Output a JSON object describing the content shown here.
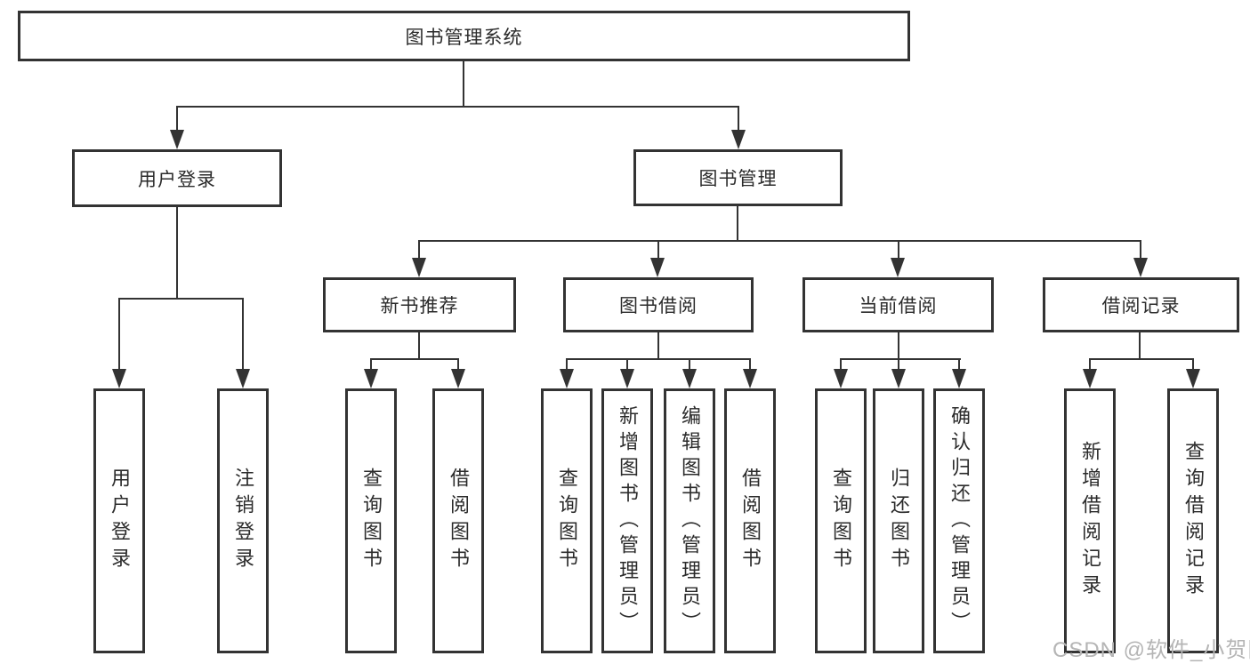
{
  "colors": {
    "line": "#333333",
    "text": "#2b2b2b",
    "watermark": "#b5b5b5"
  },
  "diagram": {
    "root": {
      "label": "图书管理系统"
    },
    "branches": [
      {
        "label": "用户登录",
        "children": [
          {
            "label": "用户登录"
          },
          {
            "label": "注销登录"
          }
        ]
      },
      {
        "label": "图书管理",
        "children": [
          {
            "label": "新书推荐",
            "children": [
              {
                "label": "查询图书"
              },
              {
                "label": "借阅图书"
              }
            ]
          },
          {
            "label": "图书借阅",
            "children": [
              {
                "label": "查询图书"
              },
              {
                "label": "新增图书（管理员）"
              },
              {
                "label": "编辑图书（管理员）"
              },
              {
                "label": "借阅图书"
              }
            ]
          },
          {
            "label": "当前借阅",
            "children": [
              {
                "label": "查询图书"
              },
              {
                "label": "归还图书"
              },
              {
                "label": "确认归还（管理员）"
              }
            ]
          },
          {
            "label": "借阅记录",
            "children": [
              {
                "label": "新增借阅记录"
              },
              {
                "label": "查询借阅记录"
              }
            ]
          }
        ]
      }
    ]
  },
  "watermark": {
    "text": "CSDN @软件_小贺同学"
  }
}
